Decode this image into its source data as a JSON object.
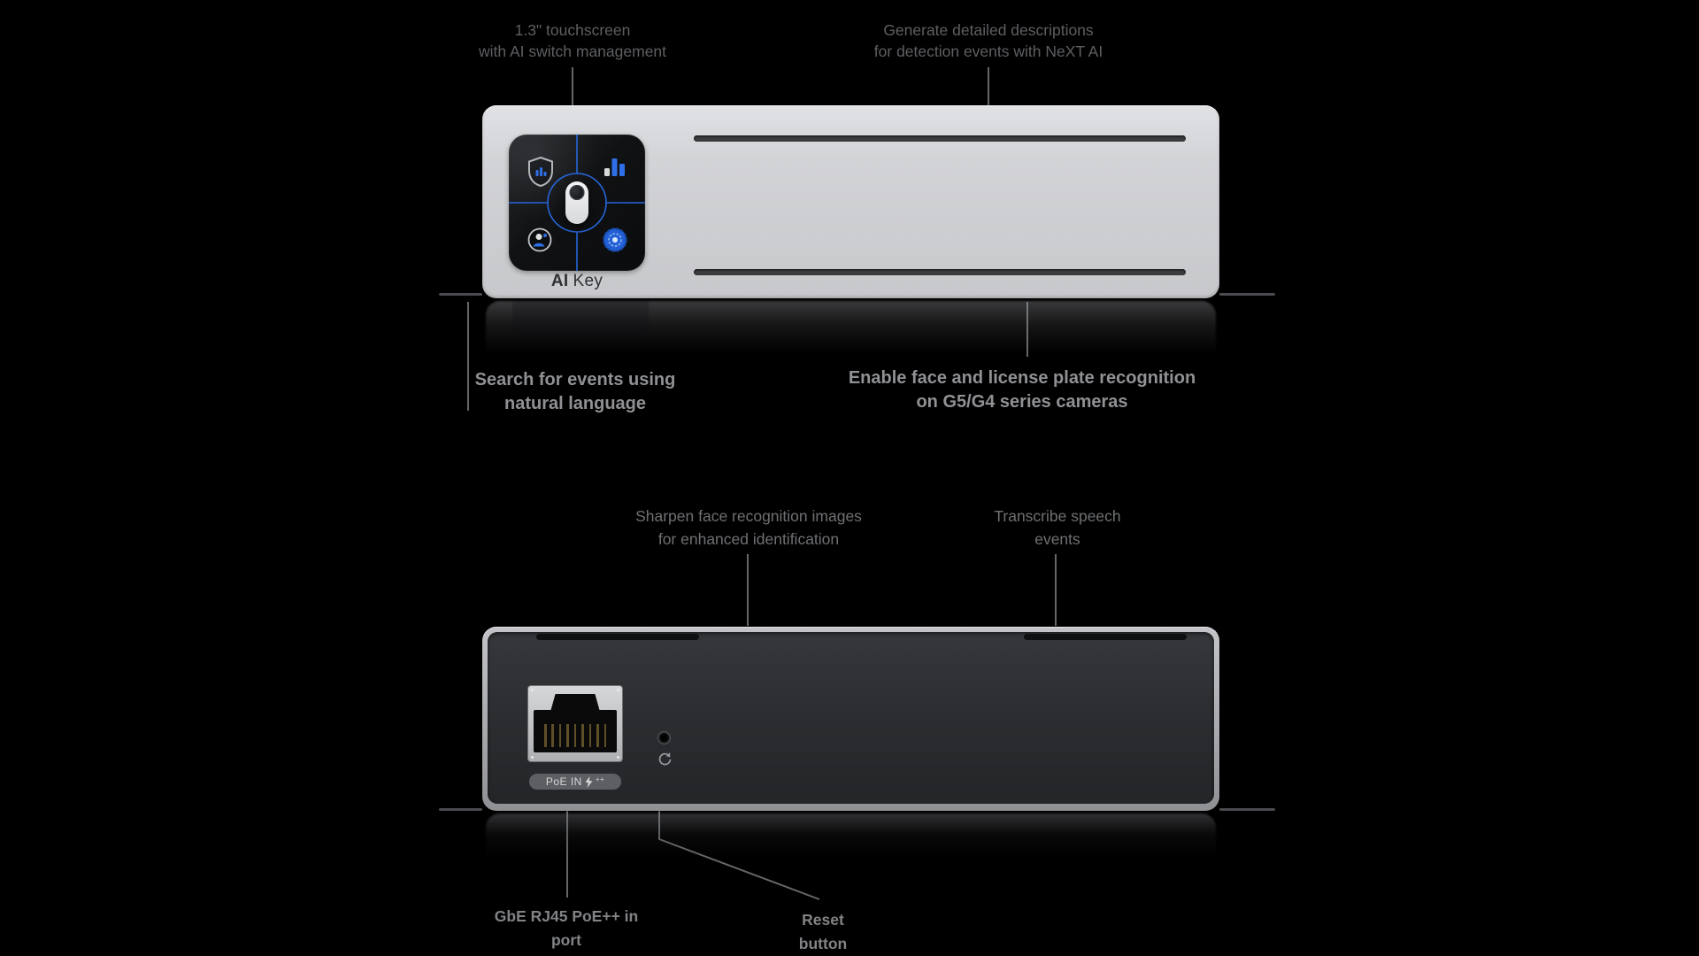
{
  "front": {
    "callout_touchscreen": {
      "line1": "1.3\" touchscreen",
      "line2": "with AI switch management"
    },
    "callout_descriptions": {
      "line1": "Generate detailed descriptions",
      "line2": "for detection events with NeXT AI"
    },
    "callout_search": {
      "line1": "Search for events using",
      "line2": "natural language"
    },
    "callout_recognition": {
      "line1": "Enable face and license plate recognition",
      "line2": "on G5/G4 series cameras"
    },
    "device_label": {
      "bold": "AI",
      "rest": "Key"
    }
  },
  "rear": {
    "callout_sharpen": {
      "line1": "Sharpen face recognition images",
      "line2": "for enhanced identification"
    },
    "callout_transcribe": {
      "line1": "Transcribe speech",
      "line2": "events"
    },
    "callout_poe": {
      "line1": "GbE RJ45 PoE++ in",
      "line2": "port"
    },
    "callout_reset": {
      "line1": "Reset",
      "line2": "button"
    },
    "poe_pill": {
      "text": "PoE IN",
      "plus": "++"
    }
  },
  "icons": {
    "screen_top_left": "shield-analytics-icon",
    "screen_top_right": "bar-chart-icon",
    "screen_bottom_left": "person-detection-icon",
    "screen_bottom_right": "ai-detection-icon",
    "screen_center": "camera-icon",
    "rear_reset": "reset-refresh-icon",
    "poe_bolt": "lightning-bolt-icon"
  },
  "colors": {
    "background": "#000000",
    "accent_blue": "#2e6fe8",
    "leader_line": "#646669",
    "device_body": "#d2d3d6",
    "rear_panel": "#2a2c2f"
  }
}
